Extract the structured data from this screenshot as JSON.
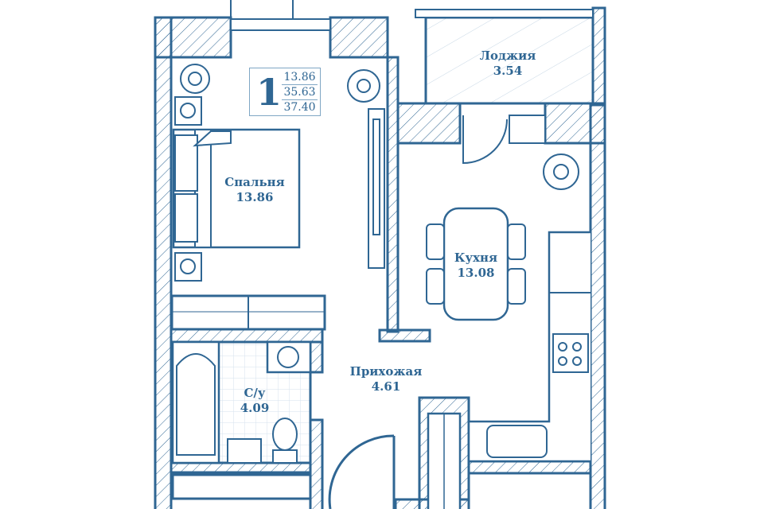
{
  "summary": {
    "rooms_count": "1",
    "living_area": "13.86",
    "total_area": "35.63",
    "total_area_with_loggia": "37.40"
  },
  "rooms": [
    {
      "name": "Лоджия",
      "area": "3.54"
    },
    {
      "name": "Спальня",
      "area": "13.86"
    },
    {
      "name": "Кухня",
      "area": "13.08"
    },
    {
      "name": "Прихожая",
      "area": "4.61"
    },
    {
      "name": "С/у",
      "area": "4.09"
    }
  ],
  "colors": {
    "wall": "#2f6693",
    "tile": "#d6e2ee",
    "hatch": "#2f6693"
  }
}
